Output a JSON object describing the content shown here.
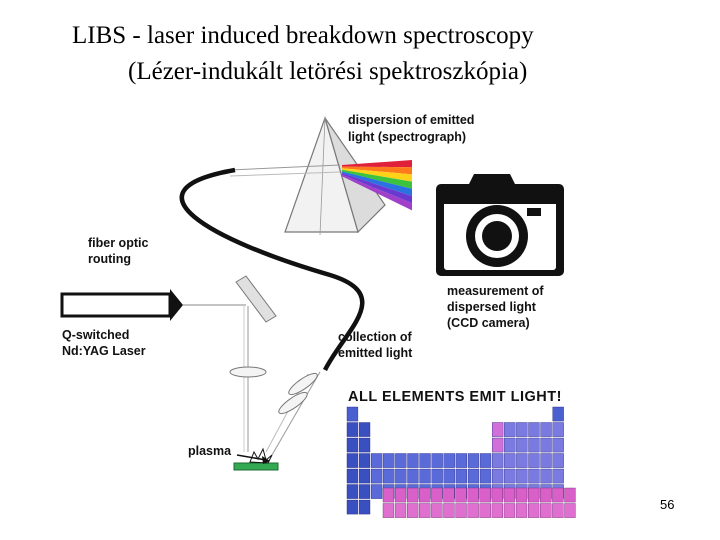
{
  "slide": {
    "title_line1": "LIBS - laser induced breakdown spectroscopy",
    "title_line2": "(Lézer-indukált letörési spektroszkópia)",
    "page_number": "56"
  },
  "diagram": {
    "label_dispersion_1": "dispersion of emitted",
    "label_dispersion_2": "light (spectrograph)",
    "label_fiber_1": "fiber optic",
    "label_fiber_2": "routing",
    "label_measure_1": "measurement of",
    "label_measure_2": "dispersed light",
    "label_measure_3": "(CCD camera)",
    "label_collection_1": "collection of",
    "label_collection_2": "emitted light",
    "label_laser_1": "Q-switched",
    "label_laser_2": "Nd:YAG Laser",
    "label_elements": "ALL ELEMENTS EMIT LIGHT!",
    "label_plasma": "plasma",
    "spectrum_colors": [
      "#e0203a",
      "#ff7a1a",
      "#ffd21a",
      "#3cc23c",
      "#2a72e0",
      "#6a3ad0",
      "#a040c8"
    ]
  }
}
